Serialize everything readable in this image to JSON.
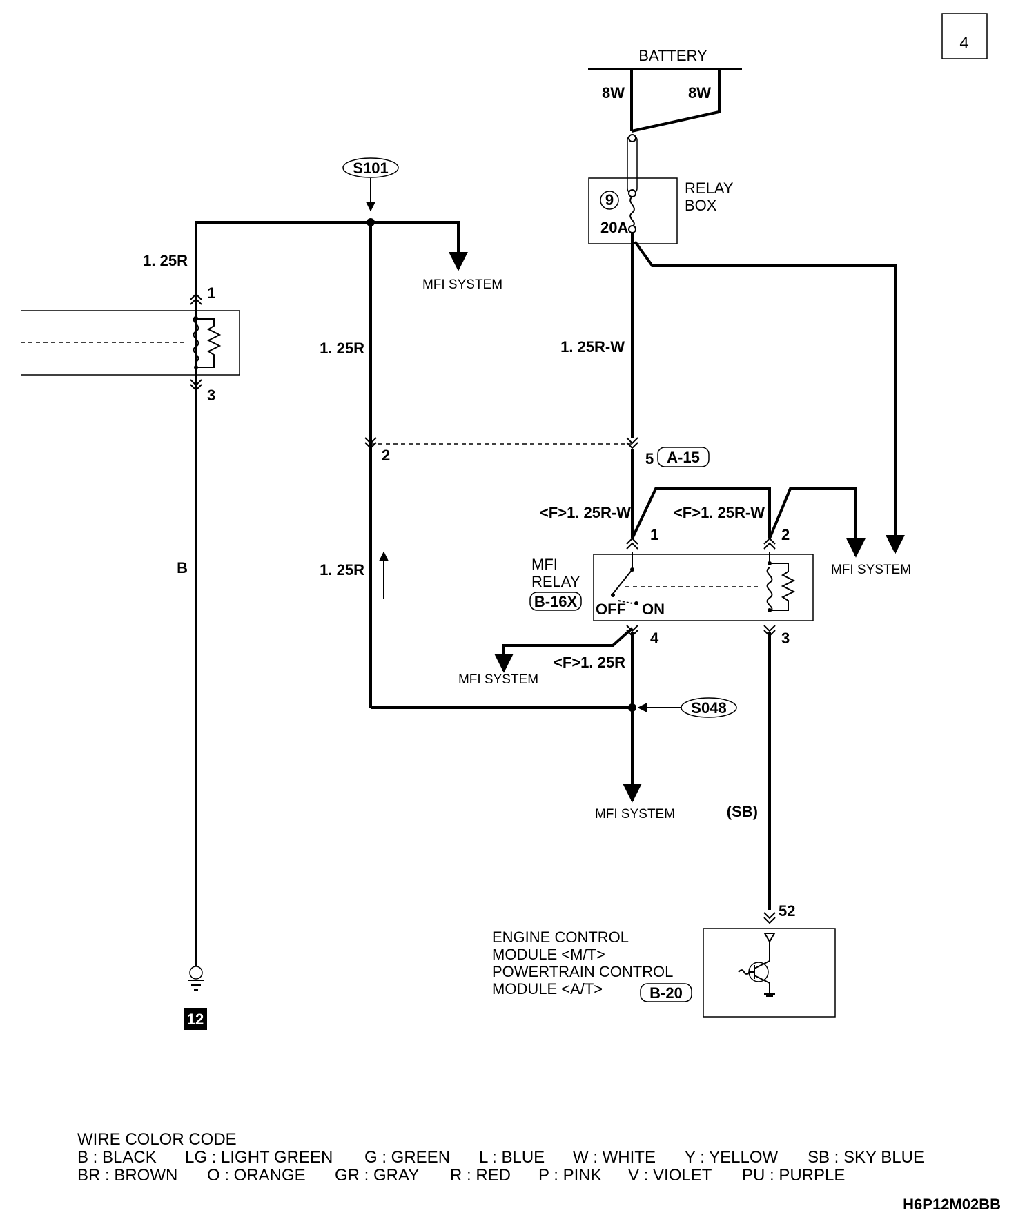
{
  "page_number": "4",
  "battery": {
    "label": "BATTERY",
    "wire_left": "8W",
    "wire_right": "8W"
  },
  "relay_box": {
    "label_line1": "RELAY",
    "label_line2": "BOX",
    "fuse_number": "9",
    "fuse_rating": "20A"
  },
  "splices": {
    "s101": "S101",
    "s048": "S048"
  },
  "wires": {
    "left_top": "1. 25R",
    "left_mid": "1. 25R",
    "left_lower": "1. 25R",
    "ground_wire": "B",
    "right_main": "1. 25R-W",
    "relay_pin1": "<F>1. 25R-W",
    "relay_pin2": "<F>1. 25R-W",
    "relay_pin4": "<F>1. 25R",
    "sb": "(SB)"
  },
  "pins": {
    "left_1": "1",
    "left_3": "3",
    "conn_2": "2",
    "conn_5": "5",
    "relay_1": "1",
    "relay_2": "2",
    "relay_3": "3",
    "relay_4": "4",
    "ecm_52": "52"
  },
  "connectors": {
    "a15": "A-15",
    "b16x": "B-16X",
    "b20": "B-20"
  },
  "mfi_relay": {
    "line1": "MFI",
    "line2": "RELAY",
    "off": "OFF",
    "on": "ON"
  },
  "destinations": {
    "mfi_top": "MFI SYSTEM",
    "mfi_right": "MFI SYSTEM",
    "mfi_mid": "MFI SYSTEM",
    "mfi_bottom": "MFI SYSTEM"
  },
  "ecm": {
    "line1": "ENGINE CONTROL",
    "line2": "MODULE <M/T>",
    "line3": "POWERTRAIN CONTROL",
    "line4": "MODULE <A/T>"
  },
  "ground_number": "12",
  "legend": {
    "title": "WIRE COLOR CODE",
    "row1": [
      "B : BLACK",
      "LG : LIGHT GREEN",
      "G : GREEN",
      "L : BLUE",
      "W : WHITE",
      "Y : YELLOW",
      "SB : SKY BLUE"
    ],
    "row2": [
      "BR : BROWN",
      "O : ORANGE",
      "GR : GRAY",
      "R : RED",
      "P : PINK",
      "V : VIOLET",
      "PU : PURPLE"
    ]
  },
  "figure_code": "H6P12M02BB"
}
